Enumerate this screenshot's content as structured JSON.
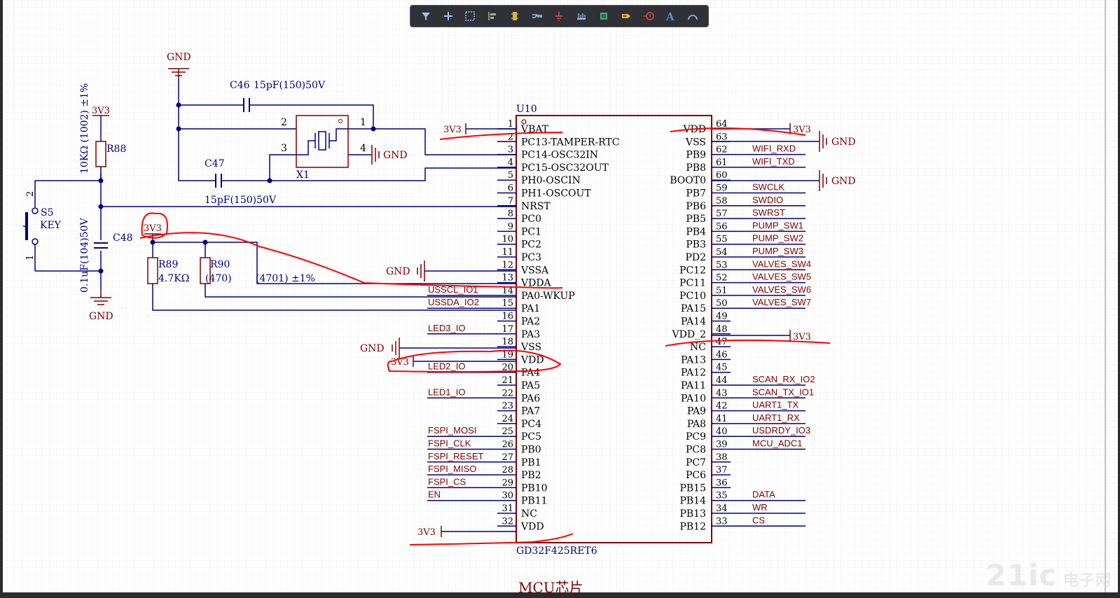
{
  "toolbar": {
    "items": [
      {
        "icon": "filter-icon",
        "name": "filter"
      },
      {
        "icon": "add-icon",
        "name": "add"
      },
      {
        "icon": "select-rect-icon",
        "name": "select"
      },
      {
        "icon": "align-icon",
        "name": "align"
      },
      {
        "icon": "part-icon",
        "name": "part"
      },
      {
        "icon": "wire-icon",
        "name": "wire"
      },
      {
        "icon": "ground-icon",
        "name": "ground"
      },
      {
        "icon": "bus-icon",
        "name": "bus"
      },
      {
        "icon": "chip-icon",
        "name": "chip"
      },
      {
        "icon": "harness-icon",
        "name": "harness"
      },
      {
        "icon": "port-icon",
        "name": "port"
      },
      {
        "icon": "text-icon",
        "name": "text",
        "glyph": "A"
      },
      {
        "icon": "arc-icon",
        "name": "arc"
      }
    ]
  },
  "schematic": {
    "colors": {
      "wire": "#00007f",
      "component": "#7f0000",
      "label": "#7f0000",
      "designator": "#00007f",
      "paper": "#ffffff",
      "grid": "#e6e6e6",
      "markup": "#ff0000"
    },
    "u10": {
      "designator": "U10",
      "part": "GD32F425RET6"
    },
    "left_pins": [
      {
        "num": "1",
        "name": "VBAT"
      },
      {
        "num": "2",
        "name": "PC13-TAMPER-RTC"
      },
      {
        "num": "3",
        "name": "PC14-OSC32IN"
      },
      {
        "num": "4",
        "name": "PC15-OSC32OUT"
      },
      {
        "num": "5",
        "name": "PH0-OSCIN"
      },
      {
        "num": "6",
        "name": "PH1-OSCOUT"
      },
      {
        "num": "7",
        "name": "NRST"
      },
      {
        "num": "8",
        "name": "PC0"
      },
      {
        "num": "9",
        "name": "PC1"
      },
      {
        "num": "10",
        "name": "PC2"
      },
      {
        "num": "11",
        "name": "PC3"
      },
      {
        "num": "12",
        "name": "VSSA"
      },
      {
        "num": "13",
        "name": "VDDA"
      },
      {
        "num": "14",
        "name": "PA0-WKUP"
      },
      {
        "num": "15",
        "name": "PA1"
      },
      {
        "num": "16",
        "name": "PA2"
      },
      {
        "num": "17",
        "name": "PA3"
      },
      {
        "num": "18",
        "name": "VSS"
      },
      {
        "num": "19",
        "name": "VDD"
      },
      {
        "num": "20",
        "name": "PA4"
      },
      {
        "num": "21",
        "name": "PA5"
      },
      {
        "num": "22",
        "name": "PA6"
      },
      {
        "num": "23",
        "name": "PA7"
      },
      {
        "num": "24",
        "name": "PC4"
      },
      {
        "num": "25",
        "name": "PC5"
      },
      {
        "num": "26",
        "name": "PB0"
      },
      {
        "num": "27",
        "name": "PB1"
      },
      {
        "num": "28",
        "name": "PB2"
      },
      {
        "num": "29",
        "name": "PB10"
      },
      {
        "num": "30",
        "name": "PB11"
      },
      {
        "num": "31",
        "name": "NC"
      },
      {
        "num": "32",
        "name": "VDD"
      }
    ],
    "right_pins": [
      {
        "num": "64",
        "name": "VDD"
      },
      {
        "num": "63",
        "name": "VSS"
      },
      {
        "num": "62",
        "name": "PB9"
      },
      {
        "num": "61",
        "name": "PB8"
      },
      {
        "num": "60",
        "name": "BOOT0"
      },
      {
        "num": "59",
        "name": "PB7"
      },
      {
        "num": "58",
        "name": "PB6"
      },
      {
        "num": "57",
        "name": "PB5"
      },
      {
        "num": "56",
        "name": "PB4"
      },
      {
        "num": "55",
        "name": "PB3"
      },
      {
        "num": "54",
        "name": "PD2"
      },
      {
        "num": "53",
        "name": "PC12"
      },
      {
        "num": "52",
        "name": "PC11"
      },
      {
        "num": "51",
        "name": "PC10"
      },
      {
        "num": "50",
        "name": "PA15"
      },
      {
        "num": "49",
        "name": "PA14"
      },
      {
        "num": "48",
        "name": "VDD_2"
      },
      {
        "num": "47",
        "name": "NC"
      },
      {
        "num": "46",
        "name": "PA13"
      },
      {
        "num": "45",
        "name": "PA12"
      },
      {
        "num": "44",
        "name": "PA11"
      },
      {
        "num": "43",
        "name": "PA10"
      },
      {
        "num": "42",
        "name": "PA9"
      },
      {
        "num": "41",
        "name": "PA8"
      },
      {
        "num": "40",
        "name": "PC9"
      },
      {
        "num": "39",
        "name": "PC8"
      },
      {
        "num": "38",
        "name": "PC7"
      },
      {
        "num": "37",
        "name": "PC6"
      },
      {
        "num": "36",
        "name": "PB15"
      },
      {
        "num": "35",
        "name": "PB14"
      },
      {
        "num": "34",
        "name": "PB13"
      },
      {
        "num": "33",
        "name": "PB12"
      }
    ],
    "left_nets": [
      {
        "pin": "14",
        "label": "USSCL_IO1"
      },
      {
        "pin": "15",
        "label": "USSDA_IO2"
      },
      {
        "pin": "17",
        "label": "LED3_IO"
      },
      {
        "pin": "20",
        "label": "LED2_IO"
      },
      {
        "pin": "22",
        "label": "LED1_IO"
      },
      {
        "pin": "25",
        "label": "FSPI_MOSI"
      },
      {
        "pin": "26",
        "label": "FSPI_CLK"
      },
      {
        "pin": "27",
        "label": "FSPI_RESET"
      },
      {
        "pin": "28",
        "label": "FSPI_MISO"
      },
      {
        "pin": "29",
        "label": "FSPI_CS"
      },
      {
        "pin": "30",
        "label": "EN"
      }
    ],
    "right_nets": [
      {
        "pin": "62",
        "label": "WIFI_RXD"
      },
      {
        "pin": "61",
        "label": "WIFI_TXD"
      },
      {
        "pin": "59",
        "label": "SWCLK"
      },
      {
        "pin": "58",
        "label": "SWDIO"
      },
      {
        "pin": "57",
        "label": "SWRST"
      },
      {
        "pin": "56",
        "label": "PUMP_SW1"
      },
      {
        "pin": "55",
        "label": "PUMP_SW2"
      },
      {
        "pin": "54",
        "label": "PUMP_SW3"
      },
      {
        "pin": "53",
        "label": "VALVES_SW4"
      },
      {
        "pin": "52",
        "label": "VALVES_SW5"
      },
      {
        "pin": "51",
        "label": "VALVES_SW6"
      },
      {
        "pin": "50",
        "label": "VALVES_SW7"
      },
      {
        "pin": "44",
        "label": "SCAN_RX_IO2"
      },
      {
        "pin": "43",
        "label": "SCAN_TX_IO1"
      },
      {
        "pin": "42",
        "label": "UART1_TX"
      },
      {
        "pin": "41",
        "label": "UART1_RX"
      },
      {
        "pin": "40",
        "label": "USDRDY_IO3"
      },
      {
        "pin": "39",
        "label": "MCU_ADC1"
      },
      {
        "pin": "35",
        "label": "DATA"
      },
      {
        "pin": "34",
        "label": "WR"
      },
      {
        "pin": "33",
        "label": "CS"
      }
    ],
    "power": {
      "v33": "3V3",
      "gnd": "GND"
    },
    "c46": {
      "ref": "C46",
      "value": "15pF(150)50V"
    },
    "c47": {
      "ref": "C47",
      "value": "15pF(150)50V"
    },
    "x1": {
      "ref": "X1",
      "p1": "1",
      "p2": "2",
      "p3": "3",
      "p4": "4"
    },
    "r88": {
      "ref": "R88",
      "value": "10KΩ (1002) ±1%"
    },
    "s5": {
      "ref": "S5",
      "value": "KEY",
      "p1": "1",
      "p2": "2"
    },
    "c48": {
      "ref": "C48",
      "value": "0.1uF(104)50V"
    },
    "r89": {
      "ref": "R89",
      "value": "4.7KΩ"
    },
    "r90": {
      "ref": "R90",
      "value": "(470)"
    },
    "r_overlap": {
      "value": "(4701) ±1%"
    },
    "sheet_title": "MCU芯片"
  },
  "watermark": {
    "brand": "21ic",
    "cn": "电子网"
  }
}
